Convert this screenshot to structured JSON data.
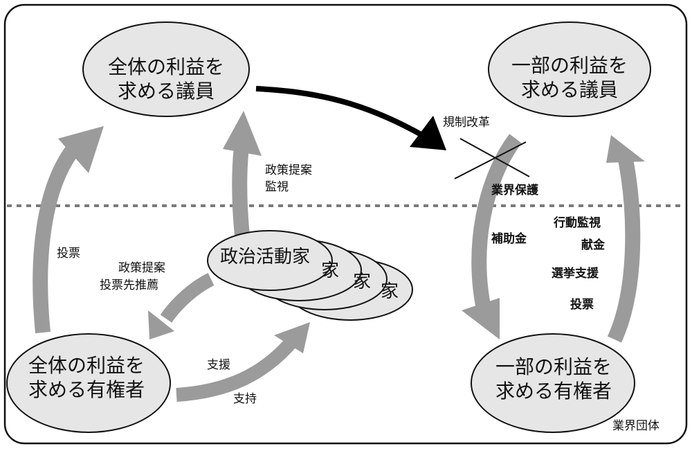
{
  "diagram": {
    "colors": {
      "node_fill": "#e6e6e6",
      "node_stroke": "#111111",
      "arrow_gray": "#9b9b9b",
      "arrow_black": "#000000",
      "divider": "#7a7a7a"
    },
    "nodes": {
      "public_legislator": {
        "line1": "全体の利益を",
        "line2": "求める議員"
      },
      "partial_legislator": {
        "line1": "一部の利益を",
        "line2": "求める議員"
      },
      "public_voter": {
        "line1": "全体の利益を",
        "line2": "求める有権者"
      },
      "partial_voter": {
        "line1": "一部の利益を",
        "line2": "求める有権者"
      },
      "activists": {
        "front": "政治活動家",
        "stack_fragment": "家"
      }
    },
    "labels": {
      "vote_left": "投票",
      "policy_monitor_line1": "政策提案",
      "policy_monitor_line2": "監視",
      "policy_recommend_line1": "政策提案",
      "policy_recommend_line2": "投票先推薦",
      "support_aid": "支援",
      "support_back": "支持",
      "deregulation": "規制改革",
      "industry_protection": "業界保護",
      "subsidy": "補助金",
      "action_monitor": "行動監視",
      "donation": "献金",
      "election_support": "選挙支援",
      "vote_right": "投票",
      "industry_group": "業界団体"
    }
  }
}
